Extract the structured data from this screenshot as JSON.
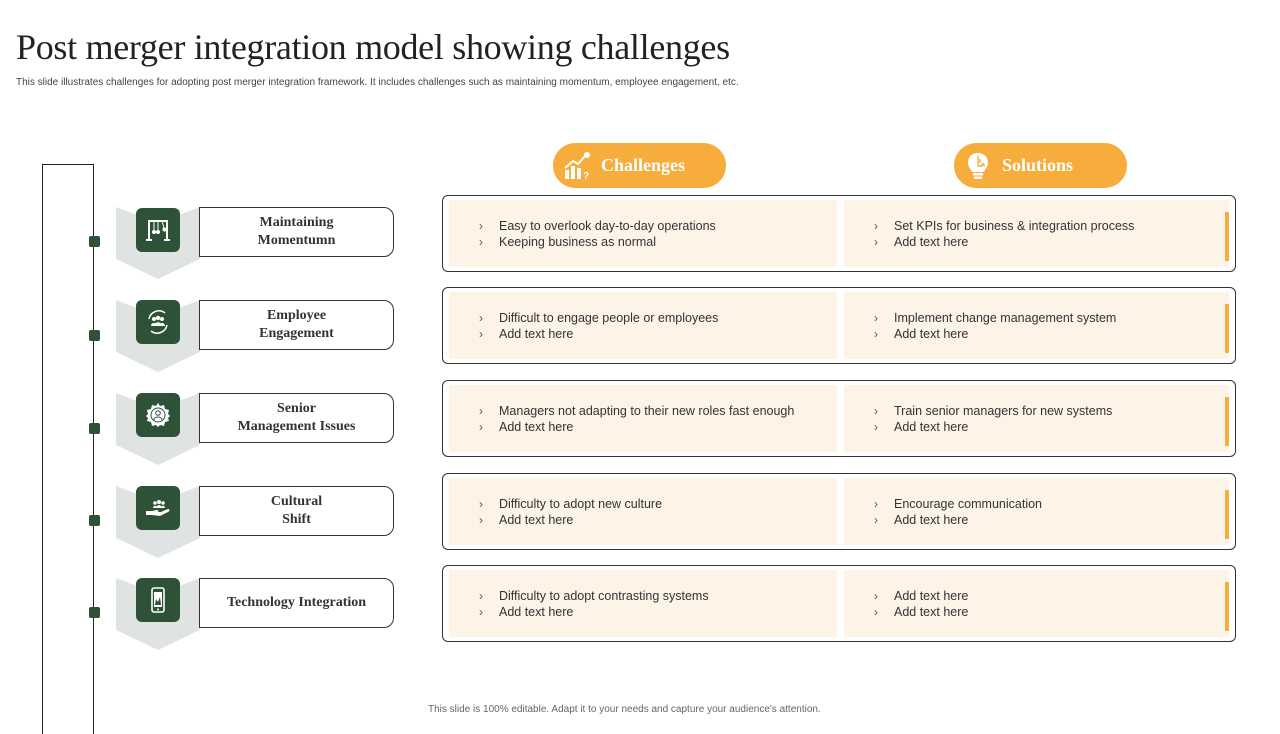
{
  "header": {
    "title": "Post merger integration model showing challenges",
    "subtitle": "This slide illustrates challenges for adopting post merger integration framework. It includes challenges such as maintaining momentum, employee engagement, etc."
  },
  "columns": {
    "challenges": {
      "label": "Challenges",
      "icon": "chart-growth-icon"
    },
    "solutions": {
      "label": "Solutions",
      "icon": "lightbulb-puzzle-icon"
    }
  },
  "rows": [
    {
      "label": "Maintaining Momentumn",
      "label_lines": [
        "Maintaining",
        "Momentumn"
      ],
      "icon": "newtons-cradle-icon",
      "challenges": [
        "Easy to overlook day-to-day operations",
        "Keeping business as normal"
      ],
      "solutions": [
        "Set KPIs for business & integration process",
        "Add text here"
      ]
    },
    {
      "label": "Employee Engagement",
      "label_lines": [
        "Employee",
        "Engagement"
      ],
      "icon": "team-cycle-icon",
      "challenges": [
        "Difficult to engage people or employees",
        "Add text here"
      ],
      "solutions": [
        "Implement change management system",
        "Add text here"
      ]
    },
    {
      "label": "Senior Management Issues",
      "label_lines": [
        "Senior",
        "Management Issues"
      ],
      "icon": "gear-user-icon",
      "challenges": [
        "Managers not adapting to their new roles fast enough",
        "Add text here"
      ],
      "solutions": [
        "Train senior managers for new systems",
        "Add text here"
      ]
    },
    {
      "label": "Cultural Shift",
      "label_lines": [
        "Cultural",
        "Shift"
      ],
      "icon": "hand-people-icon",
      "challenges": [
        "Difficulty to adopt new culture",
        "Add text here"
      ],
      "solutions": [
        "Encourage communication",
        "Add text here"
      ]
    },
    {
      "label": "Technology Integration",
      "label_lines": [
        "Technology Integration",
        ""
      ],
      "icon": "smartphone-icon",
      "challenges": [
        "Difficulty to adopt contrasting systems",
        "Add text here"
      ],
      "solutions": [
        "Add text here",
        "Add text here"
      ]
    }
  ],
  "footer": "This slide is 100% editable. Adapt it to your needs and capture your audience's attention.",
  "colors": {
    "accent": "#f6ad3c",
    "dark_green": "#2e5238",
    "cell_bg": "#fdf3e6",
    "chevron": "#dfe3e1"
  }
}
